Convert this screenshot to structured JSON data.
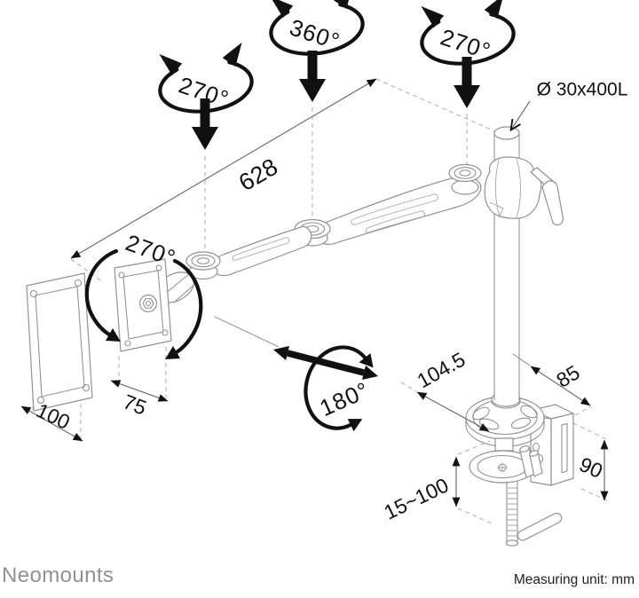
{
  "diagram": {
    "type": "product-dimension-drawing",
    "brand": "Neomounts",
    "footer_note": "Measuring unit: mm",
    "rotation_labels": {
      "arm_front_joint": "270°",
      "arm_middle_joint": "360°",
      "arm_rear_joint": "270°",
      "vesa_tilt": "270°",
      "arm_fold": "180°"
    },
    "dimension_labels": {
      "arm_reach": "628",
      "pole": "Ø 30x400L",
      "vesa_plate_small": "75",
      "vesa_plate_large": "100",
      "base_left": "104.5",
      "base_right": "85",
      "clamp_height": "90",
      "clamp_range": "15~100"
    },
    "colors": {
      "background": "#ffffff",
      "annotation": "#111111",
      "product_line": "#929292",
      "construction_line": "#b3b3b3",
      "brand_text": "#8f9196",
      "footer_text": "#222222"
    }
  }
}
